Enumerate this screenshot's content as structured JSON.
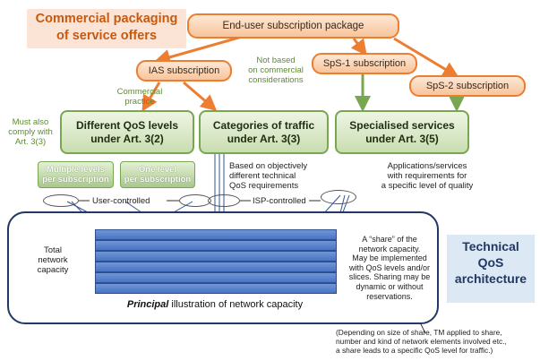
{
  "commercial": {
    "title_line1": "Commercial packaging",
    "title_line2": "of service offers"
  },
  "packages": {
    "end_user": "End-user subscription package",
    "ias": "IAS subscription",
    "sps1": "SpS-1 subscription",
    "sps2": "SpS-2 subscription"
  },
  "edge_labels": {
    "commercial_practice_1": "Commercial",
    "commercial_practice_2": "practice",
    "not_based_1": "Not based",
    "not_based_2": "on commercial",
    "not_based_3": "considerations",
    "must_comply_1": "Must also",
    "must_comply_2": "comply with",
    "must_comply_3": "Art. 3(3)"
  },
  "categories": {
    "qos_levels_1": "Different QoS levels",
    "qos_levels_2": "under Art. 3(2)",
    "traffic_1": "Categories of traffic",
    "traffic_2": "under Art. 3(3)",
    "specialised_1": "Specialised services",
    "specialised_2": "under Art. 3(5)"
  },
  "sub_options": {
    "multiple_1": "Multiple levels",
    "multiple_2": "per subscription",
    "one_1": "One level",
    "one_2": "per subscription"
  },
  "notes": {
    "objective_1": "Based on objectively",
    "objective_2": "different technical",
    "objective_3": "QoS requirements",
    "apps_1": "Applications/services",
    "apps_2": "with  requirements for",
    "apps_3": "a specific level of quality"
  },
  "control": {
    "user": "User-controlled",
    "isp": "ISP-controlled"
  },
  "capacity": {
    "total_1": "Total",
    "total_2": "network",
    "total_3": "capacity",
    "caption_em": "Principal",
    "caption_rest": " illustration of network capacity",
    "share_lines": [
      "A “share” of the",
      "network capacity.",
      "May be implemented",
      "with QoS levels and/or",
      "slices. Sharing may be",
      "dynamic or without",
      "reservations."
    ]
  },
  "technical": {
    "line1": "Technical",
    "line2": "QoS",
    "line3": "architecture"
  },
  "footnote": {
    "line1": "(Depending on size of share, TM applied to share,",
    "line2": "number and kind of network elements involved etc.,",
    "line3": "a share leads to a specific QoS level for traffic.)"
  },
  "colors": {
    "orange": "#ed7d31",
    "green": "#79a650",
    "navy": "#1f3864",
    "lane_blue": "#4a74c2"
  }
}
